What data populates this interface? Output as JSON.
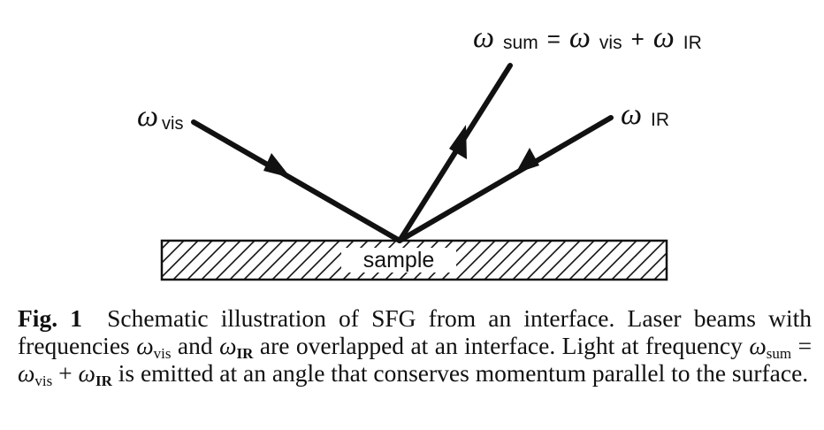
{
  "diagram": {
    "sample_label": "sample",
    "labels": {
      "vis": {
        "omega": "ω",
        "sub": "vis"
      },
      "ir": {
        "omega": "ω",
        "sub": "IR"
      },
      "sum": {
        "omega1": "ω",
        "sub1": "sum",
        "eq": "=",
        "omega2": "ω",
        "sub2": "vis",
        "plus": "+",
        "omega3": "ω",
        "sub3": "IR"
      }
    }
  },
  "caption": {
    "fig_label": "Fig. 1",
    "t1": "Schematic illustration of SFG from an interface. Laser beams with frequencies",
    "omega": "ω",
    "sub_vis": "vis",
    "t2": "and",
    "sub_ir": "IR",
    "t3": "are overlapped at an interface. Light at frequency",
    "sub_sum": "sum",
    "eq": "=",
    "plus": "+",
    "t4": "is emitted at an angle that conserves momentum parallel to the surface."
  }
}
